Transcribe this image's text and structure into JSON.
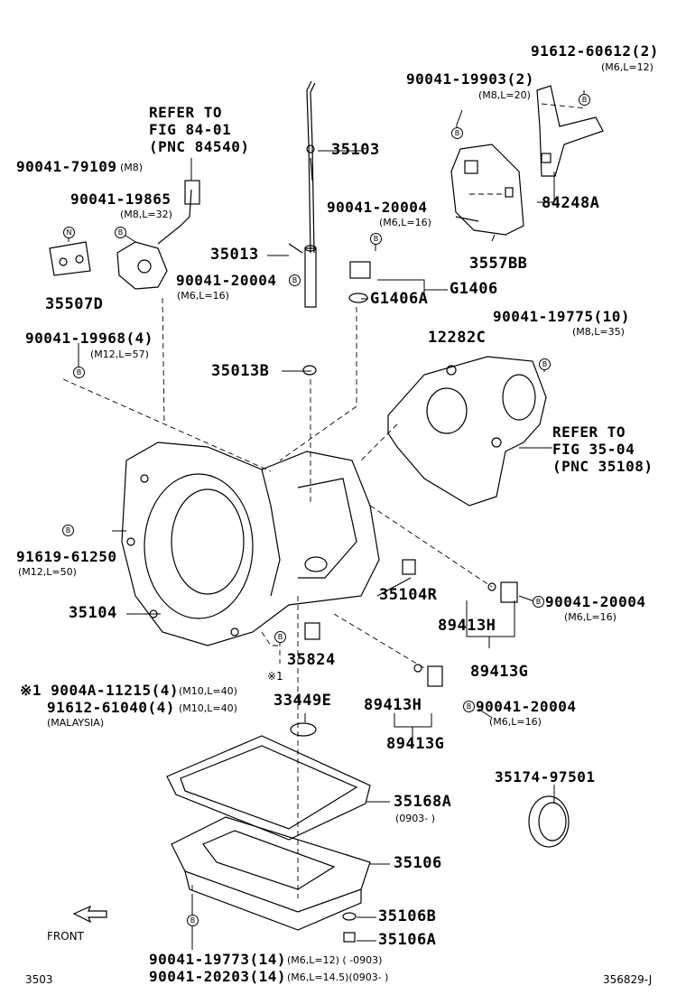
{
  "parts": {
    "p_91612_60612": "91612-60612(2)",
    "p_91612_60612_spec": "(M6,L=12)",
    "p_90041_19903": "90041-19903(2)",
    "p_90041_19903_spec": "(M8,L=20)",
    "refer_84": [
      "REFER TO",
      "FIG 84-01",
      "(PNC 84540)"
    ],
    "p_90041_79109": "90041-79109",
    "p_90041_79109_spec": "(M8)",
    "p_90041_19865": "90041-19865",
    "p_90041_19865_spec": "(M8,L=32)",
    "p_35103": "35103",
    "p_84248A": "84248A",
    "p_90041_20004_a": "90041-20004",
    "p_90041_20004_a_spec": "(M6,L=16)",
    "p_35013": "35013",
    "p_90041_20004_b": "90041-20004",
    "p_90041_20004_b_spec": "(M6,L=16)",
    "p_3557BB": "3557BB",
    "p_G1406": "G1406",
    "p_G1406A": "G1406A",
    "p_35507D": "35507D",
    "p_90041_19968": "90041-19968(4)",
    "p_90041_19968_spec": "(M12,L=57)",
    "p_12282C": "12282C",
    "p_90041_19775": "90041-19775(10)",
    "p_90041_19775_spec": "(M8,L=35)",
    "p_35013B": "35013B",
    "refer_35": [
      "REFER TO",
      "FIG 35-04",
      "(PNC 35108)"
    ],
    "p_91619_61250": "91619-61250",
    "p_91619_61250_spec": "(M12,L=50)",
    "p_35104R": "35104R",
    "p_90041_20004_c": "90041-20004",
    "p_90041_20004_c_spec": "(M6,L=16)",
    "p_35104": "35104",
    "p_89413H_a": "89413H",
    "p_35824": "35824",
    "p_note1": "※1",
    "p_89413G_a": "89413G",
    "note_line1": "※1 9004A-11215(4)",
    "note_line1_spec": "(M10,L=40)",
    "note_line2": "91612-61040(4)",
    "note_line2_spec": "(M10,L=40)",
    "note_line3": "(MALAYSIA)",
    "p_33449E": "33449E",
    "p_89413H_b": "89413H",
    "p_90041_20004_d": "90041-20004",
    "p_90041_20004_d_spec": "(M6,L=16)",
    "p_89413G_b": "89413G",
    "p_35174_97501": "35174-97501",
    "p_35168A": "35168A",
    "p_35168A_spec": "(0903-     )",
    "p_35106": "35106",
    "p_35106B": "35106B",
    "p_35106A": "35106A",
    "front": "FRONT",
    "bottom_line1": "90041-19773(14)",
    "bottom_line1_spec": "(M6,L=12)  (     -0903)",
    "bottom_line2": "90041-20203(14)",
    "bottom_line2_spec": "(M6,L=14.5)(0903-      )",
    "footer_left": "3503",
    "footer_right": "356829-J",
    "mark_b": "B",
    "mark_n": "N"
  }
}
